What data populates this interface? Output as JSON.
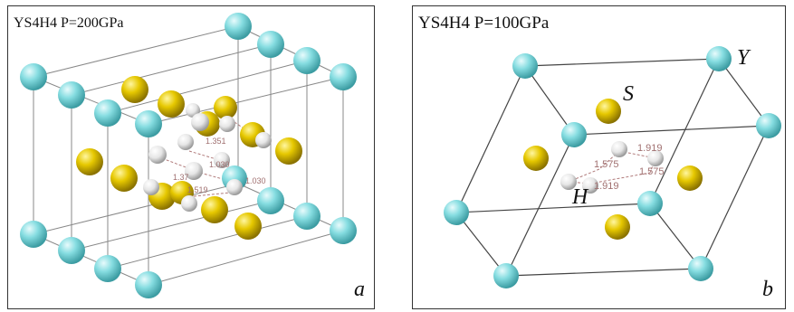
{
  "panels": [
    {
      "title": "YS4H4 P=200GPa",
      "letter": "a",
      "bond_labels": [
        "1.351",
        "1.37",
        "1.030",
        "1.030",
        "1.519"
      ]
    },
    {
      "title": "YS4H4 P=100GPa",
      "letter": "b",
      "atom_labels": {
        "sulfur": "S",
        "yttrium": "Y",
        "hydrogen": "H"
      },
      "bond_labels": [
        "1.919",
        "1.575",
        "1.575",
        "1.919"
      ]
    }
  ],
  "colors": {
    "yttrium": "#7fd8dc",
    "sulfur": "#e2c400",
    "hydrogen": "#eeeeee",
    "bond": "#b07a7a"
  }
}
